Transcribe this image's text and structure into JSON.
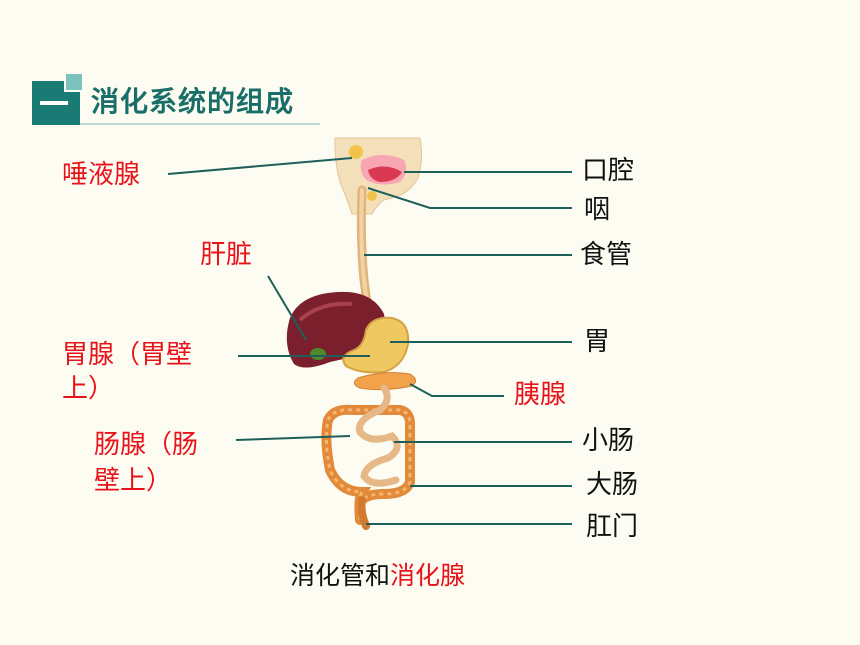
{
  "header": {
    "marker_text": "一",
    "title": "消化系统的组成"
  },
  "labels_left": {
    "salivary": "唾液腺",
    "liver": "肝脏",
    "gastric_line1": "胃腺（胃壁",
    "gastric_line2": "上）",
    "intestinal_line1": "肠腺（肠",
    "intestinal_line2": "壁上）"
  },
  "labels_right": {
    "mouth": "口腔",
    "pharynx": "咽",
    "esophagus": "食管",
    "stomach": "胃",
    "pancreas": "胰腺",
    "small_intestine": "小肠",
    "large_intestine": "大肠",
    "anus": "肛门"
  },
  "caption": {
    "part1": "消化管和",
    "part2": "消化腺"
  },
  "colors": {
    "accent": "#1a7a74",
    "gland_label": "#e8121a",
    "leader_line": "#1f5f5a"
  }
}
